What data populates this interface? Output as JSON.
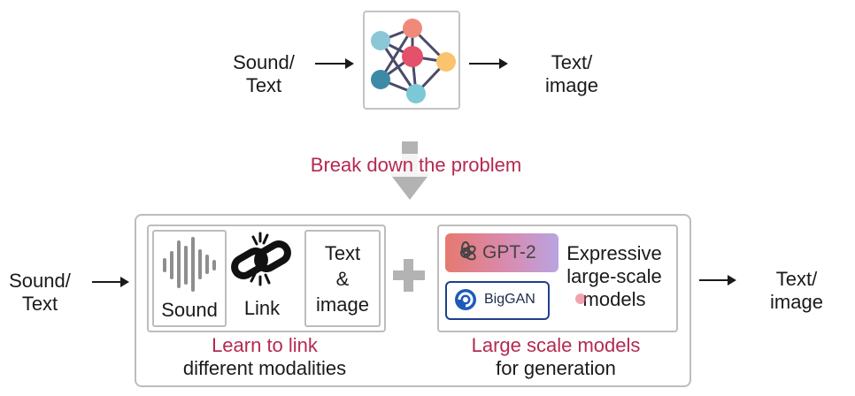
{
  "top": {
    "input_label": [
      "Sound/",
      "Text"
    ],
    "output_label": [
      "Text/",
      "image"
    ]
  },
  "break_down_label": "Break down the problem",
  "bottom": {
    "input_label": [
      "Sound/",
      "Text"
    ],
    "output_label": [
      "Text/",
      "image"
    ],
    "link_panel": {
      "sound_label": "Sound",
      "link_label": "Link",
      "text_image_label": [
        "Text",
        "&",
        "image"
      ],
      "caption_accent": "Learn to link",
      "caption": "different modalities"
    },
    "models_panel": {
      "gpt_label": "GPT-2",
      "biggan_label": "BigGAN",
      "description": [
        "Expressive",
        "large-scale",
        "models"
      ],
      "caption_accent": "Large scale models",
      "caption": "for generation"
    }
  },
  "colors": {
    "accent": "#b5294f",
    "border": "#bdbdbd",
    "big_arrow": "#b3b3b3",
    "biggan_blue": "#1e3f8a"
  },
  "icons": [
    "neural-network-icon",
    "sound-wave-icon",
    "chain-link-icon",
    "openai-logo-icon",
    "biggan-logo-icon",
    "plus-icon",
    "down-arrow-icon"
  ]
}
